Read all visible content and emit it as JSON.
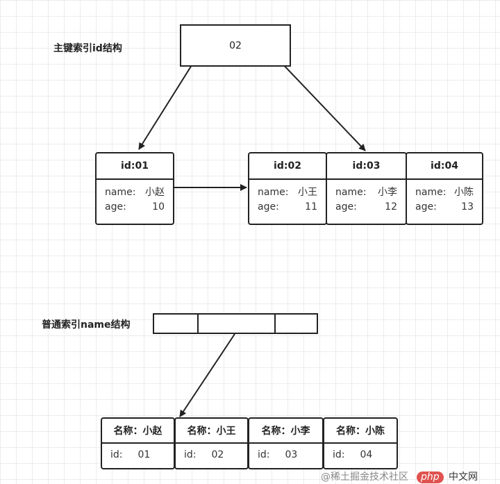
{
  "primary": {
    "label": "主键索引id结构",
    "root_key": "02",
    "leaves": [
      {
        "header": "id:01",
        "name_label": "name:",
        "name": "小赵",
        "age_label": "age:",
        "age": "10"
      },
      {
        "header": "id:02",
        "name_label": "name:",
        "name": "小王",
        "age_label": "age:",
        "age": "11"
      },
      {
        "header": "id:03",
        "name_label": "name:",
        "name": "小李",
        "age_label": "age:",
        "age": "12"
      },
      {
        "header": "id:04",
        "name_label": "name:",
        "name": "小陈",
        "age_label": "age:",
        "age": "13"
      }
    ]
  },
  "secondary": {
    "label": "普通索引name结构",
    "leaves": [
      {
        "header": "名称：小赵",
        "id_label": "id:",
        "id": "01"
      },
      {
        "header": "名称：小王",
        "id_label": "id:",
        "id": "02"
      },
      {
        "header": "名称：小李",
        "id_label": "id:",
        "id": "03"
      },
      {
        "header": "名称：小陈",
        "id_label": "id:",
        "id": "04"
      }
    ]
  },
  "watermark": {
    "text": "@稀土掘金技术社区",
    "logo": "php",
    "logo_suffix": "中文网"
  }
}
